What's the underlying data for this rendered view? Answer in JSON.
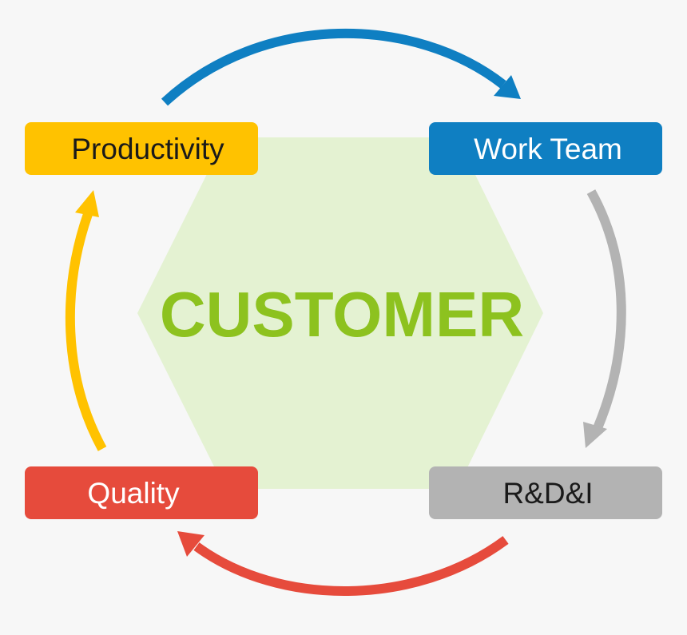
{
  "center": {
    "label": "CUSTOMER",
    "text_color": "#8dc21f",
    "fill_color": "#e4f2d2"
  },
  "nodes": [
    {
      "id": "productivity",
      "label": "Productivity",
      "fill": "#ffc200",
      "text_color": "#1a1a1a"
    },
    {
      "id": "work-team",
      "label": "Work Team",
      "fill": "#0f7fc2",
      "text_color": "#ffffff"
    },
    {
      "id": "rdi",
      "label": "R&D&I",
      "fill": "#b3b3b3",
      "text_color": "#1a1a1a"
    },
    {
      "id": "quality",
      "label": "Quality",
      "fill": "#e64b3c",
      "text_color": "#ffffff"
    }
  ],
  "arrows": [
    {
      "from": "productivity",
      "to": "work-team",
      "color": "#0f7fc2"
    },
    {
      "from": "work-team",
      "to": "rdi",
      "color": "#b3b3b3"
    },
    {
      "from": "rdi",
      "to": "quality",
      "color": "#e64b3c"
    },
    {
      "from": "quality",
      "to": "productivity",
      "color": "#ffc200"
    }
  ]
}
